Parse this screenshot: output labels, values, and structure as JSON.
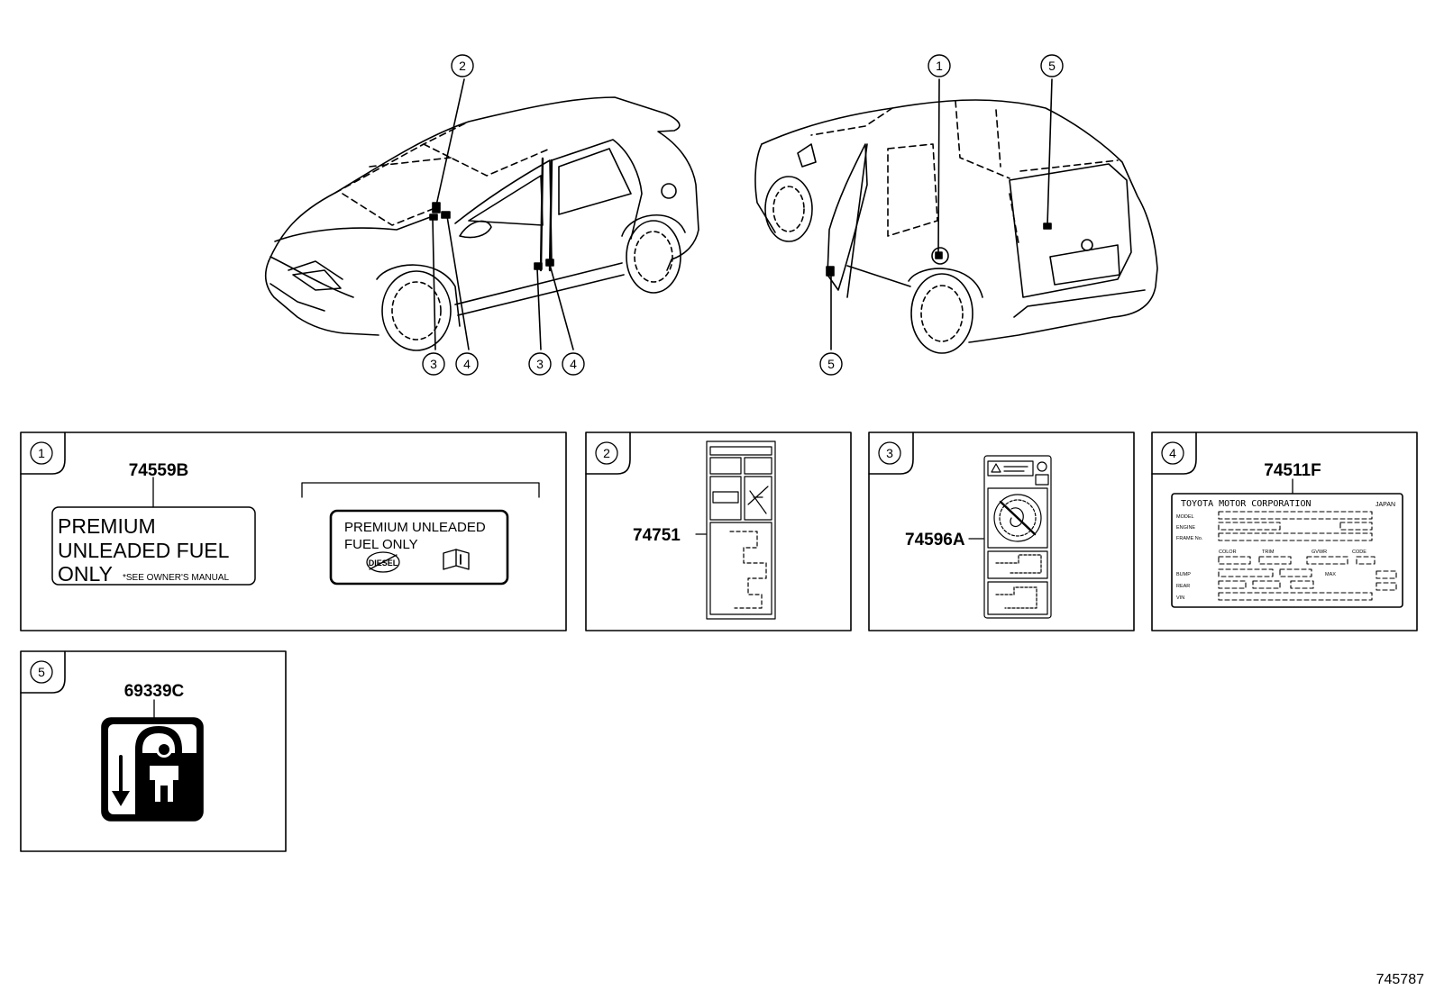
{
  "diagram": {
    "car_callouts": {
      "front": [
        "2",
        "3",
        "4",
        "3",
        "4"
      ],
      "rear": [
        "1",
        "5",
        "5"
      ]
    },
    "panels": [
      {
        "index": "1",
        "part_number": "74559B",
        "label_left": {
          "lines": [
            "PREMIUM",
            "UNLEADED FUEL",
            "ONLY"
          ],
          "note": "*SEE OWNER'S MANUAL"
        },
        "label_right": {
          "lines": [
            "PREMIUM  UNLEADED",
            "FUEL ONLY"
          ],
          "seal_text": "DIESEL"
        }
      },
      {
        "index": "2",
        "part_number": "74751"
      },
      {
        "index": "3",
        "part_number": "74596A"
      },
      {
        "index": "4",
        "part_number": "74511F",
        "plate": {
          "title": "TOYOTA  MOTOR  CORPORATION",
          "country": "JAPAN",
          "rows": [
            "MODEL",
            "ENGINE",
            "FRAME No.",
            "COLOR",
            "TRIM",
            "GVWR",
            "CODE",
            "BUMP",
            "MAX",
            "REAR",
            "VIN"
          ]
        }
      },
      {
        "index": "5",
        "part_number": "69339C"
      }
    ],
    "diagram_code": "745787"
  }
}
